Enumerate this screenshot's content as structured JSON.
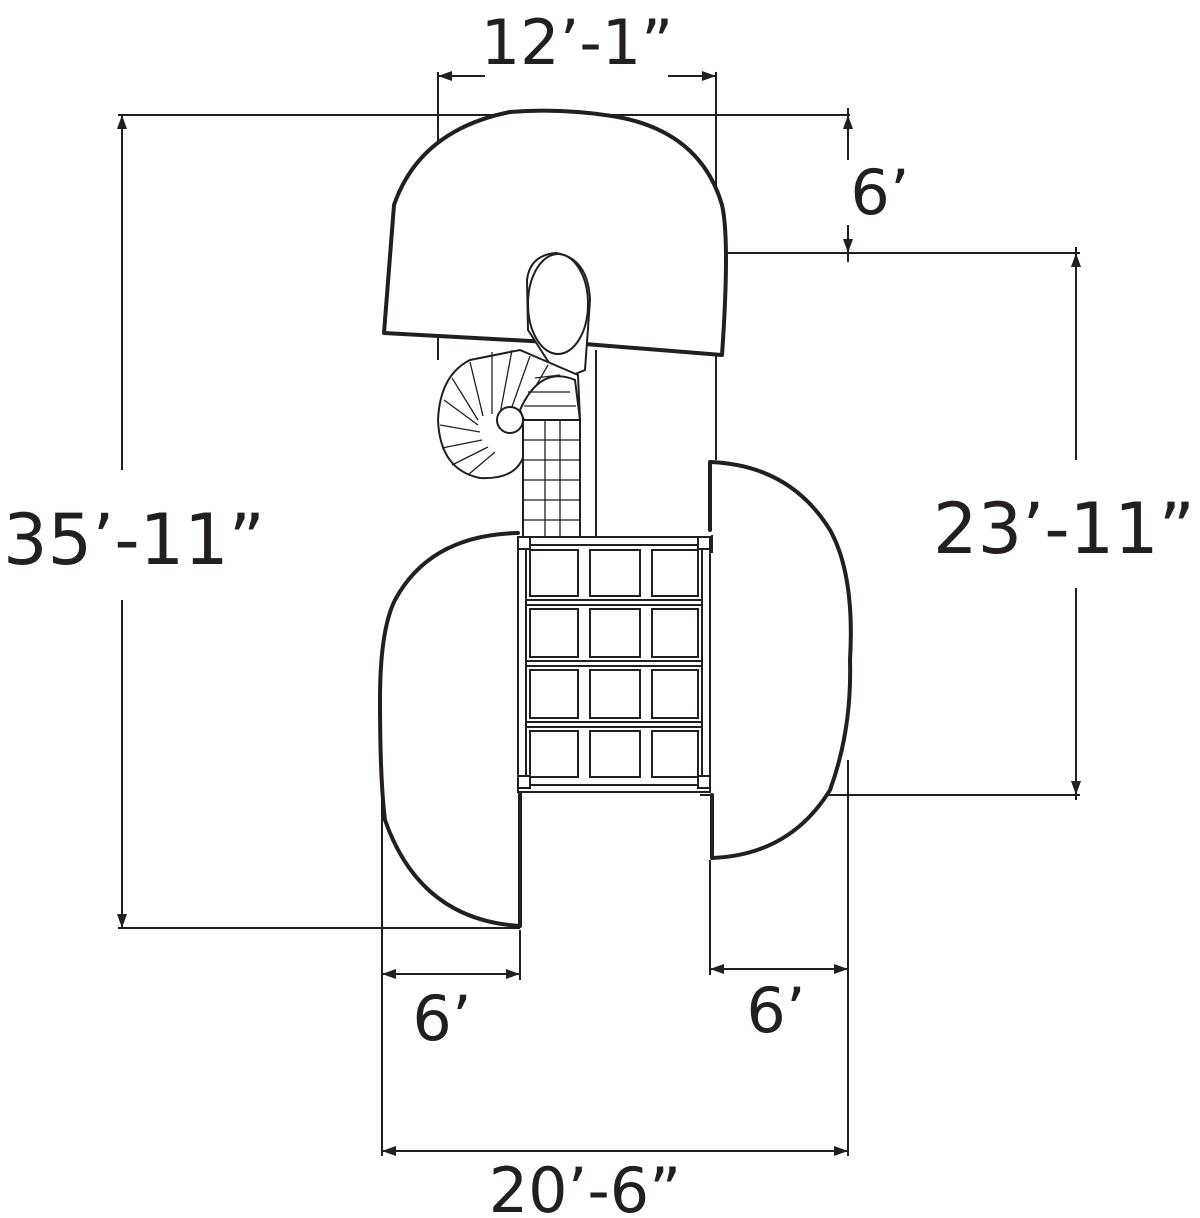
{
  "dimensions": {
    "top_width": "12’-1”",
    "top_offset": "6’",
    "overall_height": "35’-11”",
    "right_height": "23’-11”",
    "bottom_left_offset": "6’",
    "bottom_right_offset": "6’",
    "overall_width": "20’-6”"
  },
  "colors": {
    "ink": "#231f20",
    "background": "#ffffff"
  }
}
